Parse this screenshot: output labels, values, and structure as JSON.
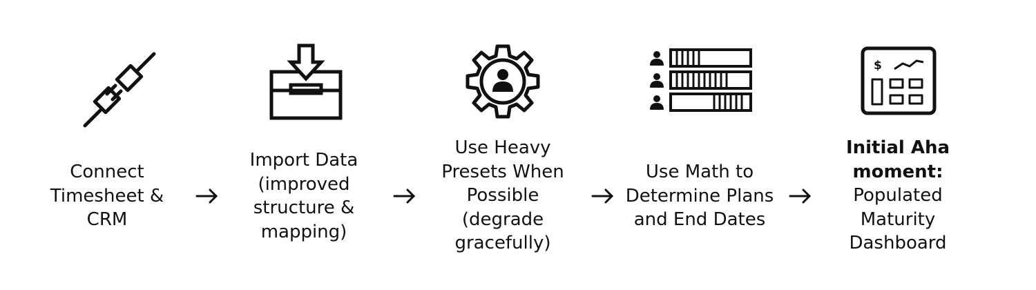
{
  "steps": [
    {
      "icon": "plug-connector-icon",
      "label": "Connect Timesheet & CRM"
    },
    {
      "icon": "import-inbox-icon",
      "label": "Import Data (improved structure & mapping)"
    },
    {
      "icon": "gear-user-icon",
      "label": "Use Heavy Presets When Possible (degrade gracefully)"
    },
    {
      "icon": "people-timeline-icon",
      "label": "Use Math to Determine Plans and End Dates"
    },
    {
      "icon": "dashboard-chart-icon",
      "label_bold": "Initial Aha moment:",
      "label": "Populated Maturity Dashboard"
    }
  ],
  "dashboard_currency_symbol": "$",
  "arrow_icon": "arrow-right-icon",
  "colors": {
    "stroke": "#111111",
    "background": "#ffffff"
  }
}
